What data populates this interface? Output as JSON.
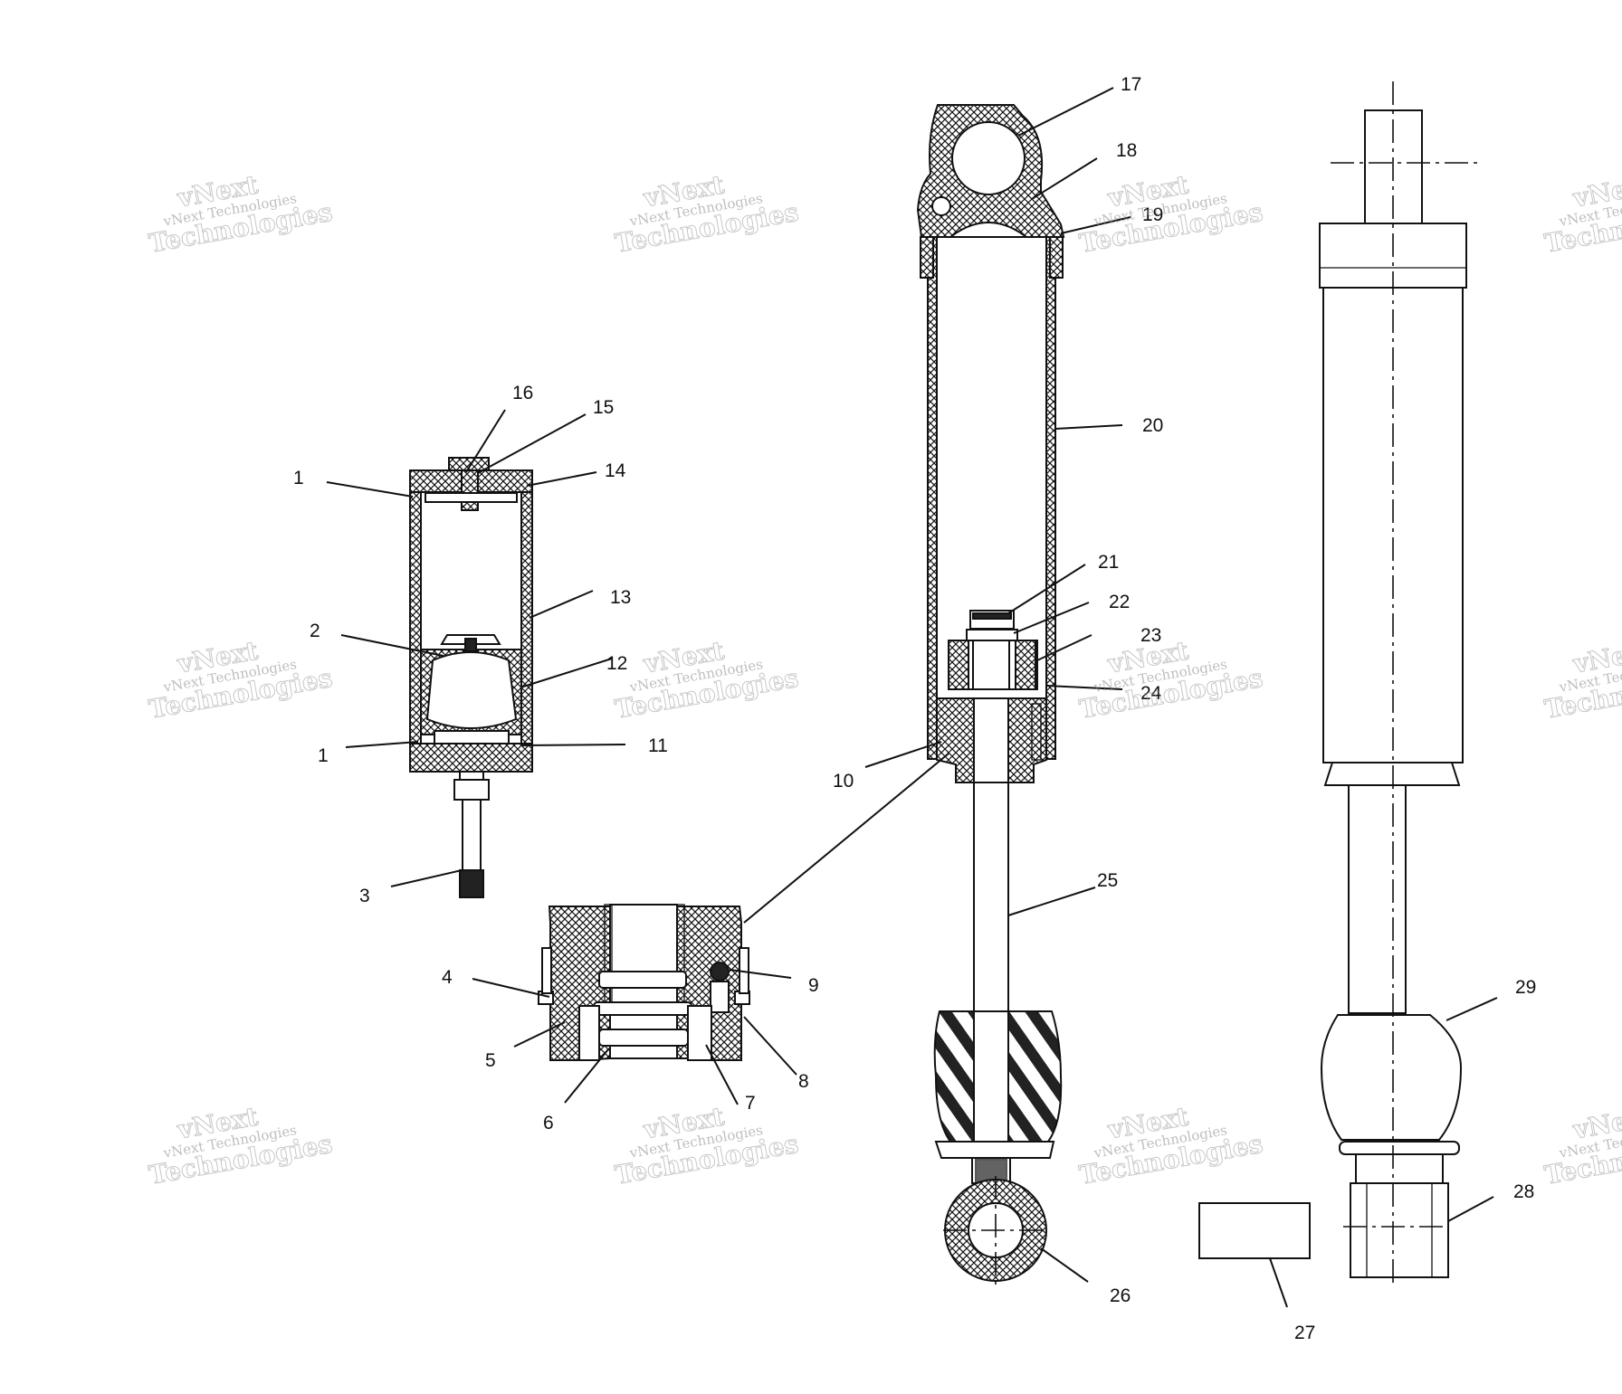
{
  "callouts": [
    {
      "id": "1",
      "text": "1"
    },
    {
      "id": "1b",
      "text": "1"
    },
    {
      "id": "2",
      "text": "2"
    },
    {
      "id": "3",
      "text": "3"
    },
    {
      "id": "4",
      "text": "4"
    },
    {
      "id": "5",
      "text": "5"
    },
    {
      "id": "6",
      "text": "6"
    },
    {
      "id": "7",
      "text": "7"
    },
    {
      "id": "8",
      "text": "8"
    },
    {
      "id": "9",
      "text": "9"
    },
    {
      "id": "10",
      "text": "10"
    },
    {
      "id": "11",
      "text": "11"
    },
    {
      "id": "12",
      "text": "12"
    },
    {
      "id": "13",
      "text": "13"
    },
    {
      "id": "14",
      "text": "14"
    },
    {
      "id": "15",
      "text": "15"
    },
    {
      "id": "16",
      "text": "16"
    },
    {
      "id": "17",
      "text": "17"
    },
    {
      "id": "18",
      "text": "18"
    },
    {
      "id": "19",
      "text": "19"
    },
    {
      "id": "20",
      "text": "20"
    },
    {
      "id": "21",
      "text": "21"
    },
    {
      "id": "22",
      "text": "22"
    },
    {
      "id": "23",
      "text": "23"
    },
    {
      "id": "24",
      "text": "24"
    },
    {
      "id": "25",
      "text": "25"
    },
    {
      "id": "26",
      "text": "26"
    },
    {
      "id": "27",
      "text": "27"
    },
    {
      "id": "28",
      "text": "28"
    },
    {
      "id": "29",
      "text": "29"
    }
  ],
  "watermark": {
    "line1": "vNext",
    "line2": "vNext Technologies",
    "line3": "Technologies"
  }
}
